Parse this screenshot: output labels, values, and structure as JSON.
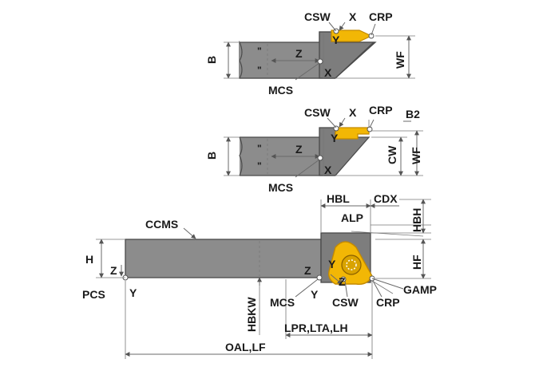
{
  "colors": {
    "body_fill": "#8c8c8c",
    "body_dark": "#6e6e6e",
    "insert_fill": "#f2b705",
    "insert_dark": "#c48a00",
    "line": "#6a6a6a",
    "text": "#1a1a1a"
  },
  "views": {
    "top": {
      "csw": "CSW",
      "x_top": "X",
      "crp": "CRP",
      "y": "Y",
      "b": "B",
      "z": "Z",
      "mcs": "MCS",
      "x_bottom": "X",
      "wf": "WF"
    },
    "middle": {
      "csw": "CSW",
      "x_top": "X",
      "crp": "CRP",
      "b2": "B2",
      "y": "Y",
      "b": "B",
      "z": "Z",
      "cw": "CW",
      "wf": "WF",
      "mcs": "MCS",
      "x_bottom": "X"
    },
    "bottom": {
      "hbl": "HBL",
      "cdx": "CDX",
      "alp": "ALP",
      "hbh": "HBH",
      "ccms": "CCMS",
      "h": "H",
      "z_left": "Z",
      "z_mid": "Z",
      "y_ins": "Y",
      "z_ins": "Z",
      "hf": "HF",
      "gamp": "GAMP",
      "pcs": "PCS",
      "y_left": "Y",
      "mcs": "MCS",
      "y_mid": "Y",
      "csw": "CSW",
      "crp": "CRP",
      "hbkw": "HBKW",
      "lpr": "LPR,LTA,LH",
      "oal": "OAL,LF"
    }
  }
}
